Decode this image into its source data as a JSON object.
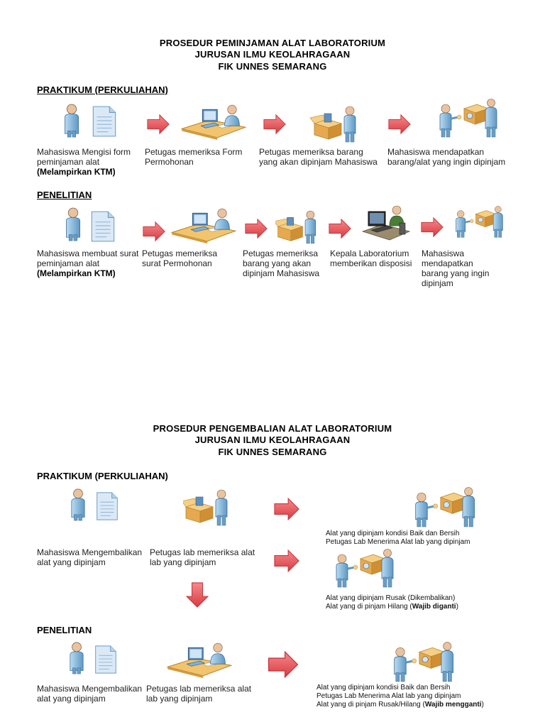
{
  "borrow": {
    "title_lines": [
      "PROSEDUR PEMINJAMAN ALAT LABORATORIUM",
      "JURUSAN ILMU KEOLAHRAGAAN",
      "FIK UNNES SEMARANG"
    ],
    "praktikum": {
      "heading": "PRAKTIKUM (PERKULIAHAN)",
      "steps": [
        {
          "text": "Mahasiswa Mengisi form peminjaman alat",
          "bold": "(Melampirkan KTM)"
        },
        {
          "text": "Petugas memeriksa Form Permohonan",
          "bold": ""
        },
        {
          "text": "Petugas memeriksa barang yang akan dipinjam Mahasiswa",
          "bold": ""
        },
        {
          "text": "Mahasiswa mendapatkan barang/alat yang ingin dipinjam",
          "bold": ""
        }
      ]
    },
    "penelitian": {
      "heading": "PENELITIAN",
      "steps": [
        {
          "text": "Mahasiswa membuat surat peminjaman alat",
          "bold": "(Melampirkan KTM)"
        },
        {
          "text": "Petugas memeriksa surat Permohonan",
          "bold": ""
        },
        {
          "text": "Petugas memeriksa barang yang akan dipinjam Mahasiswa",
          "bold": ""
        },
        {
          "text": "Kepala Laboratorium memberikan disposisi",
          "bold": ""
        },
        {
          "text": "Mahasiswa mendapatkan barang yang ingin dipinjam",
          "bold": ""
        }
      ]
    }
  },
  "return": {
    "title_lines": [
      "PROSEDUR PENGEMBALIAN ALAT LABORATORIUM",
      "JURUSAN ILMU KEOLAHRAGAAN",
      "FIK UNNES SEMARANG"
    ],
    "praktikum": {
      "heading": "PRAKTIKUM (PERKULIAHAN)",
      "step1": "Mahasiswa Mengembalikan alat yang dipinjam",
      "step2": "Petugas lab memeriksa alat lab yang dipinjam",
      "good1": "Alat yang dipinjam kondisi Baik dan Bersih",
      "good2": "Petugas Lab Menerima Alat lab yang dipinjam",
      "bad1": "Alat yang dipinjam Rusak (Dikembalikan)",
      "bad2_pre": "Alat yang di pinjam Hilang (",
      "bad2_bold": "Wajib diganti",
      "bad2_post": ")"
    },
    "penelitian": {
      "heading": "PENELITIAN",
      "step1": "Mahasiswa Mengembalikan alat yang dipinjam",
      "step2": "Petugas lab memeriksa alat lab yang dipinjam",
      "r1": "Alat yang dipinjam kondisi Baik dan Bersih",
      "r2": "Petugas Lab Menerima Alat lab yang dipinjam",
      "r3_pre": "Alat yang di pinjam Rusak/Hilang (",
      "r3_bold": "Wajib mengganti",
      "r3_post": ")"
    }
  },
  "colors": {
    "arrow": "#e8555b",
    "person": "#8fbfe0",
    "doc": "#dbe9f7",
    "box": "#e7a94f"
  }
}
